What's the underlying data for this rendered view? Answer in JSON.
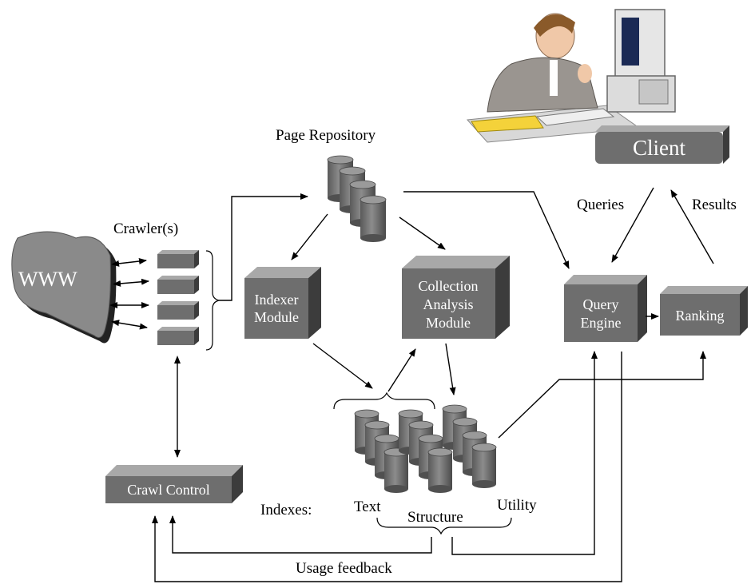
{
  "www": {
    "label": "WWW"
  },
  "crawlers": {
    "label": "Crawler(s)"
  },
  "page_repository": {
    "label": "Page  Repository"
  },
  "client": {
    "label": "Client"
  },
  "queries_label": "Queries",
  "results_label": "Results",
  "indexer_module": {
    "line1": "Indexer",
    "line2": "Module"
  },
  "collection_analysis_module": {
    "line1": "Collection",
    "line2": "Analysis",
    "line3": "Module"
  },
  "query_engine": {
    "line1": "Query",
    "line2": "Engine"
  },
  "ranking": {
    "label": "Ranking"
  },
  "crawl_control": {
    "label": "Crawl Control"
  },
  "indexes": {
    "label": "Indexes:",
    "text": "Text",
    "structure": "Structure",
    "utility": "Utility"
  },
  "usage_feedback": "Usage feedback",
  "colors": {
    "box_front": "#6e6e6e",
    "box_side": "#3c3c3c",
    "box_top": "#a8a8a8",
    "cylinder": "#707070",
    "www_cloud": "#8a8a8a"
  }
}
